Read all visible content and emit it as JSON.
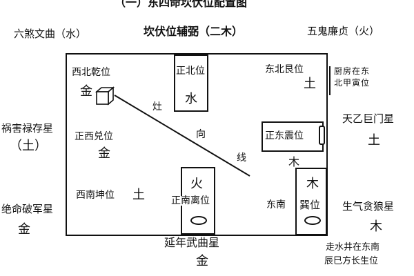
{
  "header": {
    "title": "（一）东四命坎伏位配置图",
    "subtitle": "坎伏位辅弼（二木）"
  },
  "stars": {
    "top_left": "六煞文曲（水）",
    "top_right": "五鬼廉贞（火）",
    "left_mid_name": "祸害禄存星",
    "left_mid_element": "（土）",
    "left_bottom_name": "绝命破军星",
    "left_bottom_element": "金",
    "right_mid_name": "天乙巨门星",
    "right_mid_element": "土",
    "right_bottom_name": "生气贪狼星",
    "right_bottom_element": "木",
    "bottom_center_name": "延年武曲星",
    "bottom_center_element": "金"
  },
  "positions": {
    "northwest": "西北乾位",
    "northwest_element": "金",
    "north": "正北位",
    "north_element": "水",
    "northeast": "东北艮位",
    "northeast_element": "土",
    "west": "正西兑位",
    "west_element": "金",
    "east": "正东震位",
    "east_element": "木",
    "southwest": "西南坤位",
    "southwest_element": "土",
    "south": "正南离位",
    "south_element": "火",
    "southeast": "东南",
    "southeast_gua": "巽位",
    "southeast_element": "木"
  },
  "notes": {
    "kitchen": "厨房在东北甲寅位",
    "water_well": "走水井在东南",
    "water_well_2": "辰巳方长生位"
  },
  "stove_line": {
    "label_1": "灶",
    "label_2": "向",
    "label_3": "线"
  }
}
